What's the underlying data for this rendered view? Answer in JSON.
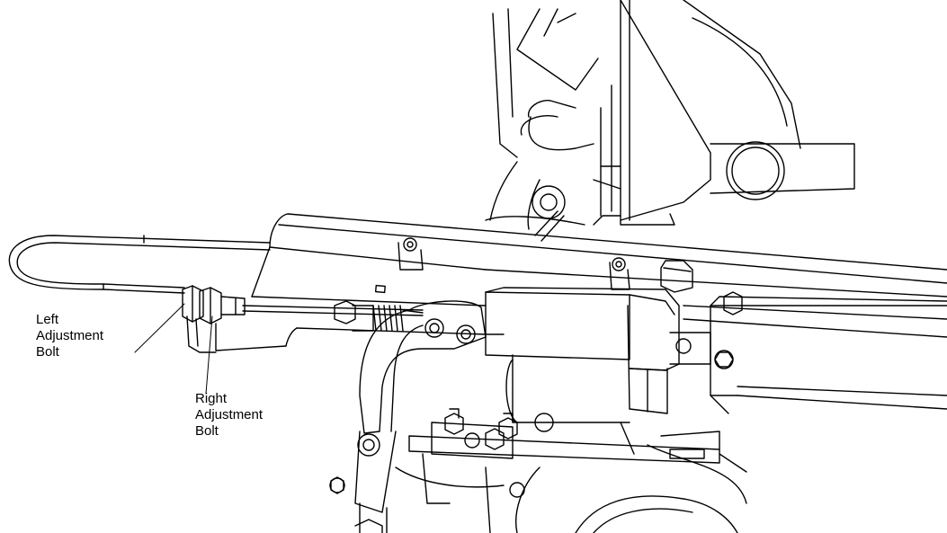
{
  "callouts": {
    "left_adjustment_bolt": [
      "Left",
      "Adjustment",
      "Bolt"
    ],
    "right_adjustment_bolt": [
      "Right",
      "Adjustment",
      "Bolt"
    ]
  }
}
